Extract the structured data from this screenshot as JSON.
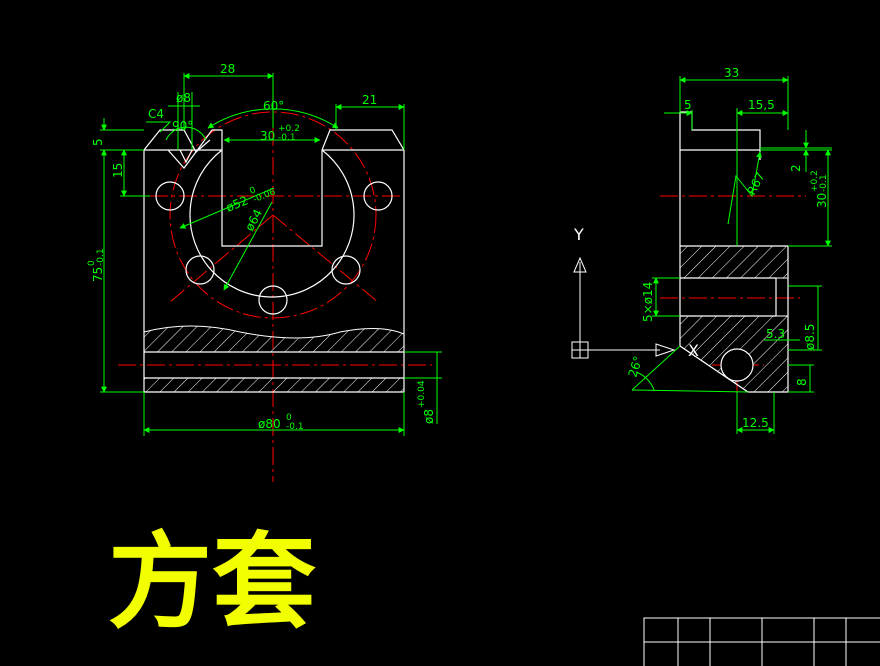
{
  "title": "方套",
  "front_view": {
    "dims": {
      "top_width": "28",
      "right_slot": "21",
      "chamfer": "C4",
      "hole_dia": "ø8",
      "v_angle": "90°",
      "arc_angle": "60°",
      "slot_width": "30",
      "slot_tol_upper": "+0.2",
      "slot_tol_lower": "-0.1",
      "bore": "ø52",
      "bore_tol_upper": "0",
      "bore_tol_lower": "-0.06",
      "pcd": "ø64",
      "left_5": "5",
      "left_15": "15",
      "height": "75",
      "height_tol_upper": "0",
      "height_tol_lower": "-0.1",
      "width": "ø80",
      "width_tol_upper": "0",
      "width_tol_lower": "-0.1",
      "hole_right": "ø8",
      "hole_right_tol": "+0.04"
    }
  },
  "side_view": {
    "dims": {
      "top_33": "33",
      "top_5": "5",
      "top_15_5": "15,5",
      "right_2": "2",
      "radius": "R67",
      "right_30": "30",
      "right_30_tol_upper": "+0.2",
      "right_30_tol_lower": "-0.1",
      "bolt": "5×ø14",
      "angle": "26°",
      "dim_5_3": "5.3",
      "dim_8_5": "ø8.5",
      "dim_8": "8",
      "bottom_12_5": "12.5"
    }
  },
  "ucs": {
    "y_label": "Y",
    "x_label": "X"
  },
  "colors": {
    "outline": "#ffffff",
    "dimension": "#00ff00",
    "centerline": "#ff0000",
    "title": "#f2ff00",
    "background": "#000000"
  }
}
